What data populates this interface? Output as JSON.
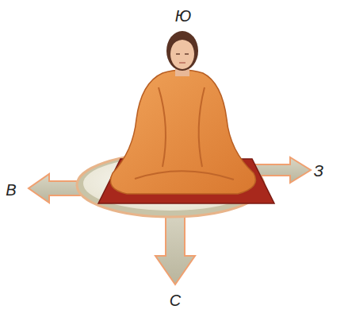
{
  "diagram": {
    "labels": [
      "Ю",
      "В",
      "З",
      "С"
    ]
  }
}
